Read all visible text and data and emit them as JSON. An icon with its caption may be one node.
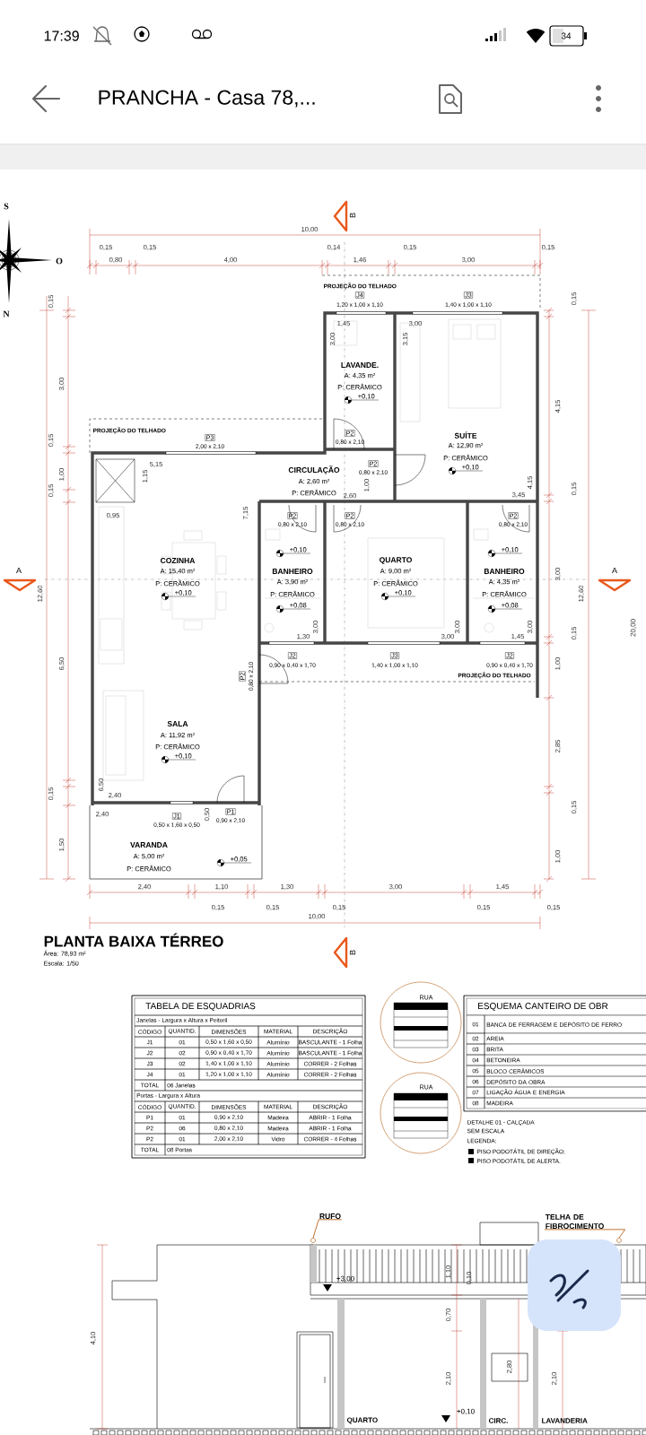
{
  "diagram": {
    "title": "PLANTA BAIXA TÉRREO",
    "nodes": [
      {
        "text": [
          "LAVANDE.",
          "A: 4,35 m²",
          "P: CERÂMICO",
          "+0,10"
        ]
      },
      {
        "text": [
          "SUÍTE",
          "A: 12,90 m²",
          "P: CERÂMICO",
          "+0,10"
        ]
      },
      {
        "text": [
          "CIRCULAÇÃO",
          "A: 2,60 m²",
          "P: CERÂMICO"
        ]
      },
      {
        "text": [
          "COZINHA",
          "A: 15,40 m²",
          "P: CERÂMICO",
          "+0,10"
        ]
      },
      {
        "text": [
          "BANHEIRO",
          "A: 3,90 m²",
          "P: CERÂMICO",
          "+0,10",
          "+0,08"
        ]
      },
      {
        "text": [
          "QUARTO",
          "A: 9,00 m²",
          "P: CERÂMICO",
          "+0,10"
        ]
      },
      {
        "text": [
          "BANHEIRO",
          "A: 4,35 m²",
          "P: CERÂMICO",
          "+0,10",
          "+0,08"
        ]
      },
      {
        "text": [
          "SALA",
          "A: 11,92 m²",
          "P: CERÂMICO",
          "+0,10"
        ]
      },
      {
        "text": [
          "VARANDA",
          "A: 5,00 m²",
          "P: CERÂMICO",
          "+0,05"
        ]
      },
      {
        "text": [
          "RUFO"
        ]
      },
      {
        "text": [
          "TELHA DE FIBROCIMENTO"
        ]
      },
      {
        "text": [],
        "shape": "circle"
      },
      {
        "text": [],
        "shape": "circle"
      }
    ],
    "edges": [
      {
        "from": 9,
        "to": 11,
        "arrow": "none",
        "color": "#b5651d"
      },
      {
        "from": 10,
        "to": 12,
        "arrow": "none",
        "color": "#b5651d"
      }
    ],
    "labels": [
      "17:39",
      "34",
      "PRANCHA - Casa 78,...",
      "S",
      "B",
      "10,00",
      "0,15",
      "0,15",
      "0,14",
      "0,15",
      "0,15",
      "O",
      "0,80",
      "4,00",
      "1,46",
      "3,00",
      "PROJEÇÃO DO TELHADO",
      "0,15",
      "J4",
      "1,20 x 1,00 x 1,10",
      "J3",
      "1,40 x 1,00 x 1,10",
      "0,15",
      "N",
      "1,45",
      "3,00",
      "3,00",
      "3,15",
      "3,00",
      "4,15",
      "0,15",
      "PROJEÇÃO DO TELHADO",
      "P3",
      "2,00 x 2,10",
      "P2",
      "0,80 x 2,10",
      "0,15",
      "1,00",
      "1,15",
      "5,15",
      "2,60",
      "1,00",
      "P2",
      "0,80 x 2,10",
      "3,45",
      "4,15",
      "0,15",
      "0,95",
      "7,15",
      "P2",
      "0,80 x 2,10",
      "P2",
      "0,80 x 2,10",
      "P2",
      "0,80 x 2,10",
      "A",
      "12,60",
      "3,00",
      "12,60",
      "A",
      "1,30",
      "3,00",
      "3,00",
      "3,00",
      "1,45",
      "3,00",
      "0,15",
      "20,00",
      "6,50",
      "P2",
      "0,80 x 2,10",
      "J2",
      "0,90 x 0,40 x 1,70",
      "J3",
      "1,40 x 1,00 x 1,10",
      "PROJEÇÃO DO TELHADO",
      "J2",
      "0,90 x 0,40 x 1,70",
      "1,00",
      "2,85",
      "0,15",
      "6,50",
      "2,40",
      "2,40",
      "J1",
      "0,50 x 1,60 x 0,50",
      "0,50",
      "P1",
      "0,90 x 2,10",
      "0,15",
      "1,50",
      "1,00",
      "2,40",
      "1,10",
      "1,30",
      "3,00",
      "1,45",
      "0,15",
      "0,15",
      "10,00",
      "0,15",
      "0,15",
      "0,15",
      "Área: 78,93 m²",
      "B",
      "Escala: 1/50",
      "TABELA DE ESQUADRIAS",
      "Janelas - Largura x Altura x Peitoril",
      "CÓDIGO",
      "QUANTID.",
      "DIMENSÕES",
      "MATERIAL",
      "DESCRIÇÃO",
      "J1",
      "01",
      "0,50 x 1,60 x 0,50",
      "Alumínio",
      "BASCULANTE - 1 Folha",
      "J2",
      "02",
      "0,90 x 0,40 x 1,70",
      "Alumínio",
      "BASCULANTE - 1 Folha",
      "J3",
      "02",
      "1,40 x 1,00 x 1,10",
      "Alumínio",
      "CORRER - 2 Folhas",
      "J4",
      "01",
      "1,20 x 1,00 x 1,10",
      "Alumínio",
      "CORRER - 2 Folhas",
      "TOTAL",
      "06 Janelas",
      "Portas - Largura x Altura",
      "CÓDIGO",
      "QUANTID.",
      "DIMENSÕES",
      "MATERIAL",
      "DESCRIÇÃO",
      "P1",
      "01",
      "0,90 x 2,10",
      "Madeira",
      "ABRIR - 1 Folha",
      "P2",
      "06",
      "0,80 x 2,10",
      "Madeira",
      "ABRIR - 1 Folha",
      "P2",
      "01",
      "2,00 x 2,10",
      "Vidro",
      "CORRER - 4 Folhas",
      "TOTAL",
      "08 Portas",
      "RUA",
      "RUA",
      "ESQUEMA CANTEIRO DE OBR",
      "01",
      "BANCA DE FERRAGEM E DEPÓSITO DE FERRO",
      "02",
      "AREIA",
      "03",
      "BRITA",
      "04",
      "BETONEIRA",
      "05",
      "BLOCO CERÂMICOS",
      "06",
      "DEPÓSITO DA OBRA",
      "07",
      "LIGAÇÃO ÁGUA E ENERGIA",
      "08",
      "MADEIRA",
      "DETALHE 01 - CALÇADA",
      "SEM ESCALA",
      "LEGENDA:",
      "+3,00",
      "1,10",
      "0,10",
      "0,70",
      "4,10",
      "2,10",
      "2,80",
      "2,10",
      "+0,10",
      "QUARTO",
      "CIRC.",
      "LAVANDERIA"
    ],
    "legend": [
      {
        "text": "PISO PODOTÁTIL DE DIREÇÃO;",
        "color": "#000000"
      },
      {
        "text": "PISO PODOTÁTIL DE ALERTA.",
        "color": "#000000"
      }
    ]
  }
}
